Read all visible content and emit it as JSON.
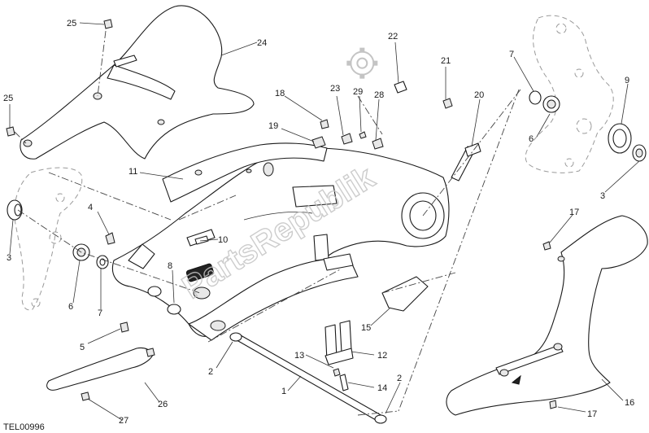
{
  "drawing_code": "TEL00996",
  "watermark": "PartsRepublik",
  "callouts": [
    "25",
    "24",
    "25",
    "11",
    "22",
    "21",
    "7",
    "9",
    "18",
    "23",
    "29",
    "28",
    "20",
    "19",
    "6",
    "3",
    "4",
    "10",
    "3",
    "8",
    "6",
    "7",
    "5",
    "2",
    "1",
    "13",
    "12",
    "14",
    "15",
    "2",
    "17",
    "16",
    "17",
    "26",
    "27"
  ]
}
